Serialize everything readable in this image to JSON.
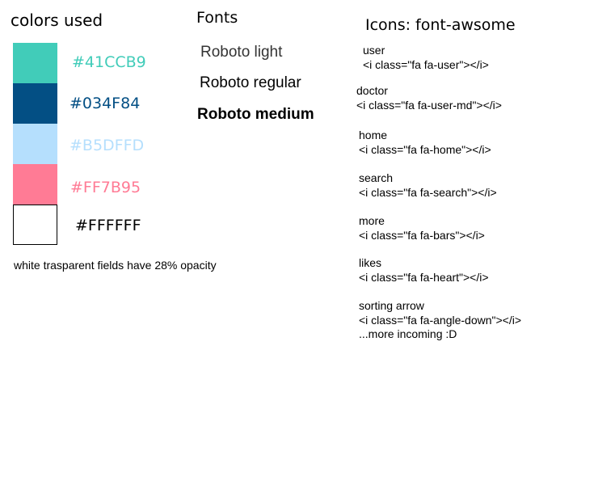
{
  "colors": {
    "title": "colors used",
    "swatches": [
      {
        "hex": "#41CCB9",
        "label": "#41CCB9"
      },
      {
        "hex": "#034F84",
        "label": "#034F84"
      },
      {
        "hex": "#B5DFFD",
        "label": "#B5DFFD"
      },
      {
        "hex": "#FF7B95",
        "label": "#FF7B95"
      },
      {
        "hex": "#FFFFFF",
        "label": "#FFFFFF",
        "label_color": "#000000"
      }
    ],
    "note": "white trasparent fields have 28% opacity"
  },
  "fonts": {
    "title": "Fonts",
    "samples": [
      {
        "label": "Roboto light",
        "weight": "light"
      },
      {
        "label": "Roboto regular",
        "weight": "regular"
      },
      {
        "label": "Roboto medium",
        "weight": "medium"
      }
    ]
  },
  "icons": {
    "title": "Icons: font-awsome",
    "items": [
      {
        "name": "user",
        "code": "<i class=\"fa fa-user\"></i>",
        "icon": "user-icon"
      },
      {
        "name": "doctor",
        "code": "<i class=\"fa fa-user-md\"></i>",
        "icon": "user-md-icon"
      },
      {
        "name": "home",
        "code": "<i class=\"fa fa-home\"></i>",
        "icon": "home-icon"
      },
      {
        "name": "search",
        "code": "<i class=\"fa fa-search\"></i>",
        "icon": "search-icon"
      },
      {
        "name": "more",
        "code": "<i class=\"fa fa-bars\"></i>",
        "icon": "bars-icon"
      },
      {
        "name": "likes",
        "code": "<i class=\"fa fa-heart\"></i>",
        "icon": "heart-icon"
      },
      {
        "name": "sorting arrow",
        "code": "<i class=\"fa fa-angle-down\"></i>",
        "icon": "angle-down-icon"
      }
    ],
    "footer": "...more incoming :D"
  }
}
